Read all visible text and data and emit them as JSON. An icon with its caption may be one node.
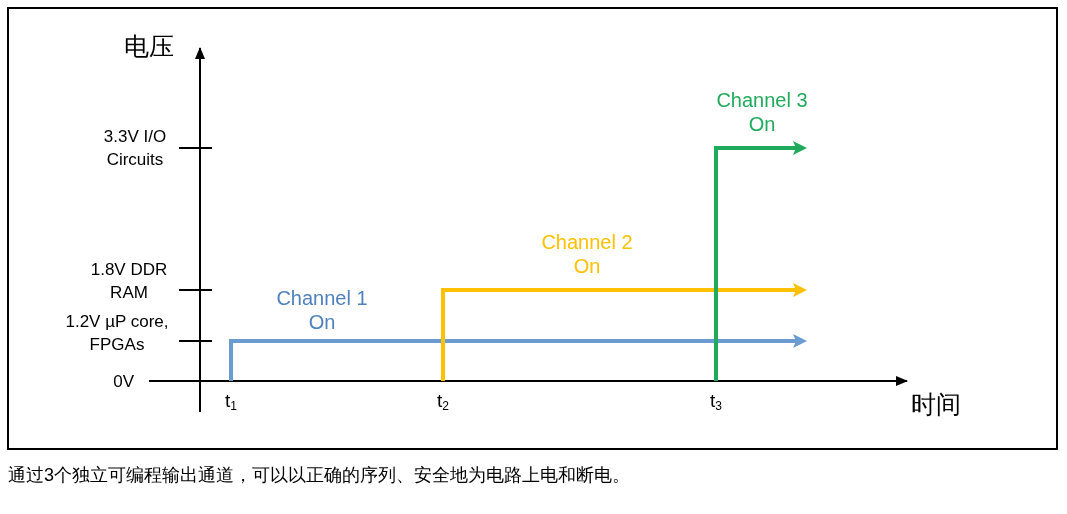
{
  "diagram": {
    "caption": "通过3个独立可编程输出通道，可以以正确的序列、安全地为电路上电和断电。",
    "labels": [
      "电压",
      "Channel 3 On",
      "3.3V I/O Circuits",
      "Channel 2 On",
      "1.8V DDR RAM",
      "Channel 1 On",
      "1.2V µP core, FPGAs",
      "0V",
      "t$_{1}$",
      "t$_{2}$",
      "t$_{3}$",
      "时间"
    ]
  }
}
